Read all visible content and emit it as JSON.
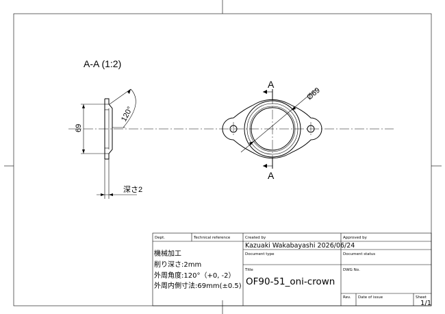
{
  "section_view": {
    "title": "A-A (1:2)",
    "angle_label": "120°",
    "dim_diameter": "69",
    "depth_label": "深さ2"
  },
  "front_view": {
    "section_mark_top": "A",
    "section_mark_bottom": "A",
    "diameter_label": "Ø69"
  },
  "title_block": {
    "dept_label": "Dept.",
    "tech_ref_label": "Technical reference",
    "created_by_label": "Created by",
    "created_by_value": "Kazuaki Wakabayashi 2026/06/24",
    "approved_by_label": "Approved by",
    "notes": [
      "機械加工",
      "削り深さ:2mm",
      "外周角度:120°（+0, -2）",
      "外周内側寸法:69mm(±0.5)"
    ],
    "doc_type_label": "Document type",
    "doc_status_label": "Document status",
    "title_label": "Title",
    "title_value": "OF90-51_oni-crown",
    "dwg_no_label": "DWG No.",
    "rev_label": "Rev.",
    "date_label": "Date of issue",
    "sheet_label": "Sheet",
    "sheet_value": "1/1"
  }
}
